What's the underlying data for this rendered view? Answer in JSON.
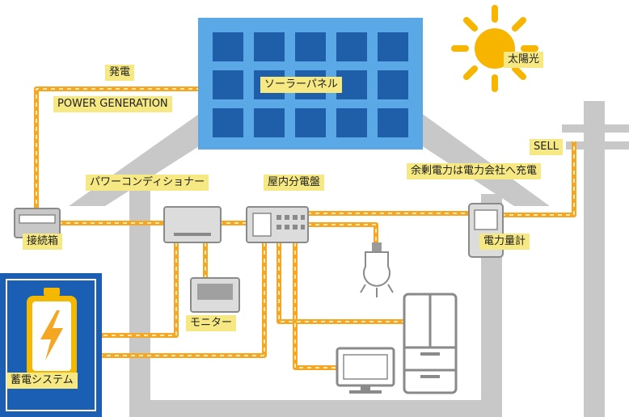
{
  "labels": {
    "power_generation_jp": "発電",
    "power_generation_en": "POWER GENERATION",
    "solar_panel": "ソーラーパネル",
    "sunlight": "太陽光",
    "sell": "SELL",
    "sell_desc": "余剰電力は電力会社へ充電",
    "power_conditioner": "パワーコンディショナー",
    "distribution_board": "屋内分電盤",
    "junction_box": "接続箱",
    "meter": "電力量計",
    "monitor": "モニター",
    "storage_system": "蓄電システム"
  },
  "colors": {
    "wire": "#f5a623",
    "wire_dash": "#fde9b0",
    "house": "#c8c8c8",
    "panel_frame": "#5aa8e6",
    "panel_cell": "#1f5ea8",
    "sun": "#f7b500",
    "battery_bg": "#1a5fb4",
    "battery_fill": "#f5b800",
    "label_bg": "#f6e882"
  },
  "icons": [
    "sun-icon",
    "solar-panel-icon",
    "battery-icon",
    "lightning-icon",
    "bulb-icon",
    "fridge-icon",
    "tv-icon",
    "utility-pole-icon"
  ]
}
